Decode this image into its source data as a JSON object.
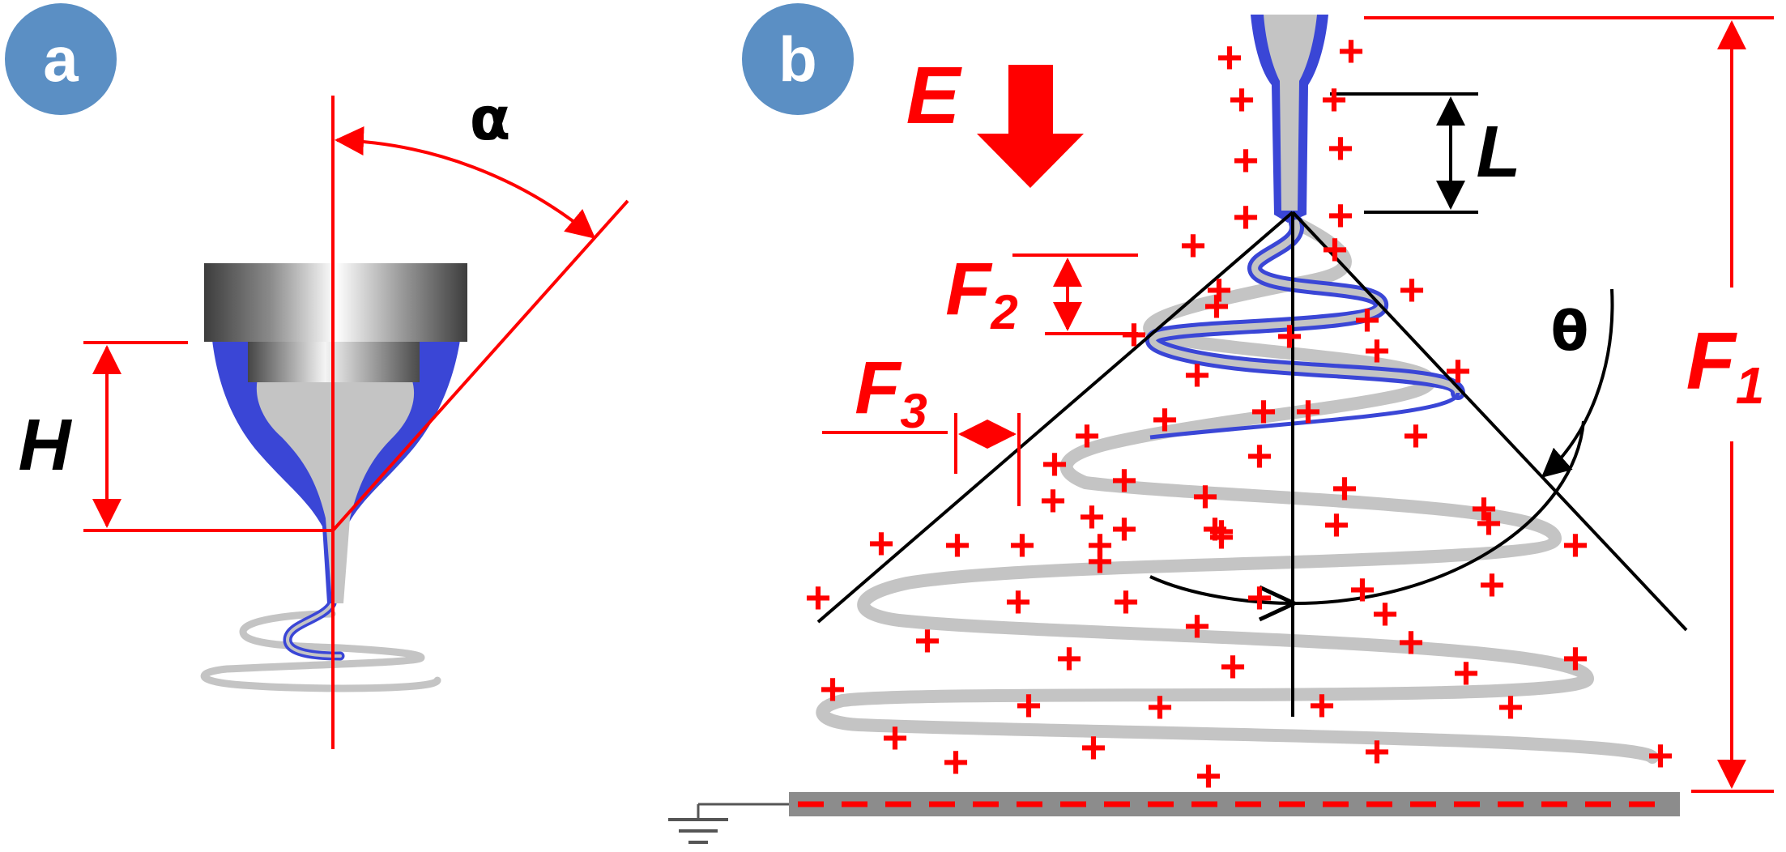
{
  "panel_a": {
    "badge": "a",
    "angle_label": "α",
    "height_label": "H"
  },
  "panel_b": {
    "badge": "b",
    "field_label": "E",
    "length_label": "L",
    "angle_label": "θ",
    "force_labels": [
      {
        "base": "F",
        "sub": "1"
      },
      {
        "base": "F",
        "sub": "2"
      },
      {
        "base": "F",
        "sub": "3"
      }
    ],
    "charge_symbol": "+"
  },
  "colors": {
    "badge": "#5b8fc4",
    "annotation_red": "#ff0000",
    "jet_blue": "#3a46d6",
    "fiber_gray": "#c4c4c4",
    "collector_gray": "#8c8c8c",
    "outline_black": "#000000"
  }
}
